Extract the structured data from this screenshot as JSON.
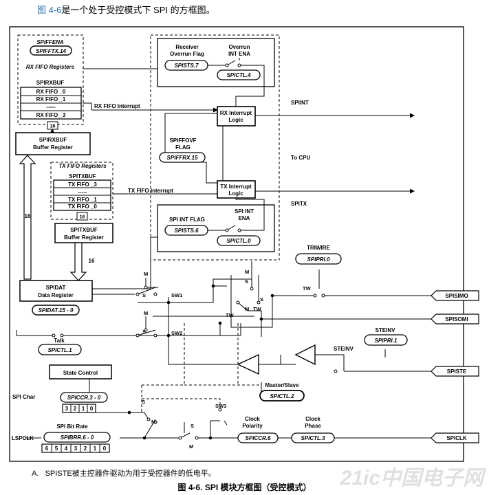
{
  "intro": {
    "fig_ref": "图 4-6",
    "text": "是一个处于受控模式下 SPI 的方框图。"
  },
  "rx_fifo": {
    "enable": "SPIFFENA",
    "enable_reg": "SPIFFTX.14",
    "title": "RX FIFO Registers",
    "buf_label": "SPIRXBUF",
    "cells": [
      "RX FIFO _0",
      "RX FIFO _1",
      "-----",
      "RX FIFO _3"
    ]
  },
  "rx_buffer": {
    "line1": "SPIRXBUF",
    "line2": "Buffer Register"
  },
  "tx_fifo": {
    "title": "TX FIFO Registers",
    "buf_label": "SPITXBUF",
    "cells": [
      "TX FIFO _3",
      "-----",
      "TX FIFO _1",
      "TX FIFO _0"
    ]
  },
  "tx_buffer": {
    "line1": "SPITXBUF",
    "line2": "Buffer Register"
  },
  "spidat": {
    "line1": "SPIDAT",
    "line2": "Data Register",
    "reg": "SPIDAT.15 - 0"
  },
  "bus_width": "16",
  "rx_overrun": {
    "line1": "Receiver",
    "line2": "Overrun Flag",
    "reg": "SPISTS.7"
  },
  "overrun_int": {
    "line1": "Overrun",
    "line2": "INT ENA",
    "reg": "SPICTL.4"
  },
  "rx_int_logic": {
    "line1": "RX Interrupt",
    "line2": "Logic"
  },
  "tx_int_logic": {
    "line1": "TX Interrupt",
    "line2": "Logic"
  },
  "rx_fifo_int": "RX FIFO Interrupt",
  "tx_fifo_int": "TX FIFO Interrupt",
  "spiffovf": {
    "line1": "SPIFFOVF",
    "line2": "FLAG",
    "reg": "SPIFFRX.15"
  },
  "spi_int_flag": {
    "label": "SPI INT FLAG",
    "reg": "SPISTS.6"
  },
  "spi_int_ena": {
    "line1": "SPI INT",
    "line2": "ENA",
    "reg": "SPICTL.0"
  },
  "spiint": "SPIINT",
  "to_cpu": "To CPU",
  "spitx": "SPITX",
  "triwire": {
    "label": "TRIWIRE",
    "reg": "SPIPRI.0"
  },
  "steinv": {
    "label": "STEINV",
    "reg": "SPIPRI.1",
    "label2": "STEINV"
  },
  "talk": {
    "label": "Talk",
    "reg": "SPICTL.1"
  },
  "state_control": "State Control",
  "spi_char": {
    "label": "SPI Char",
    "reg": "SPICCR.3 - 0",
    "bits": [
      "3",
      "2",
      "1",
      "0"
    ]
  },
  "master_slave": {
    "label": "Master/Slave",
    "reg": "SPICTL.2"
  },
  "bit_rate": {
    "label": "SPI Bit Rate",
    "reg": "SPIBRR.6 - 0",
    "bits": [
      "6",
      "5",
      "4",
      "3",
      "2",
      "1",
      "0"
    ]
  },
  "lspclk": "LSPCLK",
  "clock_polarity": {
    "line1": "Clock",
    "line2": "Polarity",
    "reg": "SPICCR.6"
  },
  "clock_phase": {
    "line1": "Clock",
    "line2": "Phase",
    "reg": "SPICTL.3"
  },
  "pins": [
    "SPISIMO",
    "SPISOMI",
    "SPISTE",
    "SPICLK"
  ],
  "switch_labels": {
    "m": "M",
    "s": "S",
    "sw1": "SW1",
    "sw2": "SW2",
    "sw3": "SW3",
    "tw": "TW"
  },
  "note": {
    "marker": "A.",
    "text": "SPISTE被主控器件驱动为用于受控器件的低电平。"
  },
  "caption": "图 4-6. SPI 模块方框图（受控模式）",
  "watermark": "21ic中国电子网"
}
